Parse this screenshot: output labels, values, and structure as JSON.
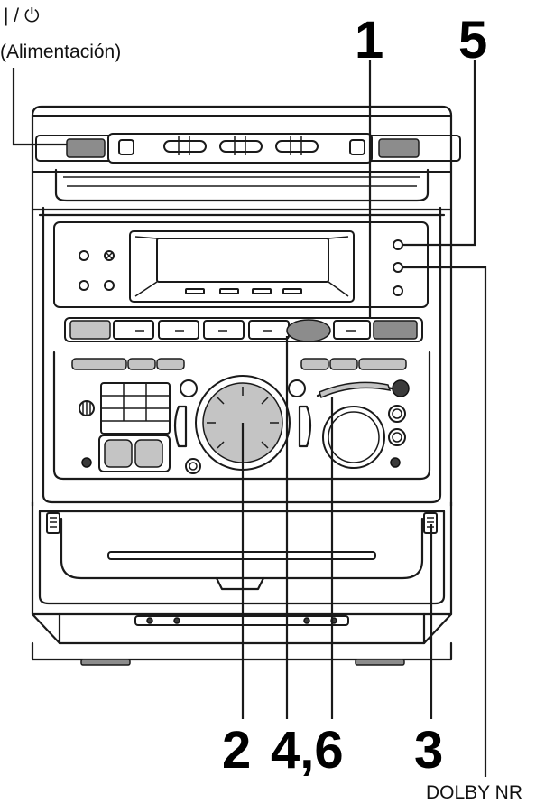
{
  "labels": {
    "power_symbol": "| / ⏻",
    "power_name": "(Alimentación)",
    "callout_1": "1",
    "callout_5": "5",
    "callout_2": "2",
    "callout_4_6": "4,6",
    "callout_3": "3",
    "dolby_nr": "DOLBY NR"
  },
  "colors": {
    "line": "#1a1a1a",
    "shade": "#8c8c8c",
    "light_shade": "#c4c4c4"
  }
}
